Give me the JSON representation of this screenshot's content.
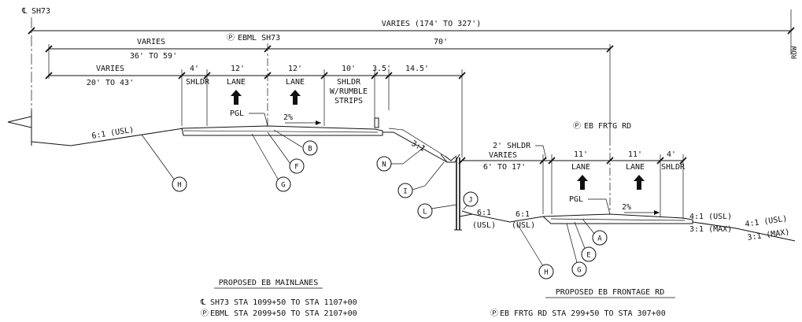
{
  "centerline_label": "SH73",
  "overall_dim": "VARIES (174' TO 327')",
  "row_label": "ROW",
  "mainline": {
    "baseline_label": "EBML SH73",
    "left_varies": "VARIES",
    "left_range": "36' TO 59'",
    "right_dim": "70'",
    "sub_varies": "VARIES",
    "sub_range": "20' TO 43'",
    "shoulder_left_dim": "4'",
    "shoulder_left_label": "SHLDR",
    "lane1_dim": "12'",
    "lane1_label": "LANE",
    "lane2_dim": "12'",
    "lane2_label": "LANE",
    "shoulder_right_dim": "10'",
    "shoulder_right_label_1": "SHLDR",
    "shoulder_right_label_2": "W/RUMBLE",
    "shoulder_right_label_3": "STRIPS",
    "dim_3_5": "3.5'",
    "dim_14_5": "14.5'",
    "pgl": "PGL",
    "cross_slope": "2%",
    "side_slope": "6:1 (USL)",
    "back_slope": "3:1"
  },
  "frontage": {
    "baseline_label": "EB FRTG RD",
    "shoulder_note": "2' SHLDR",
    "varies": "VARIES",
    "varies_range": "6' TO 17'",
    "lane1_dim": "11'",
    "lane1_label": "LANE",
    "lane2_dim": "11'",
    "lane2_label": "LANE",
    "shoulder_dim": "4'",
    "shoulder_label": "SHLDR",
    "pgl": "PGL",
    "cross_slope": "2%",
    "slope_left_1": "6:1",
    "slope_left_1b": "(USL)",
    "slope_left_2": "6:1",
    "slope_left_2b": "(USL)",
    "slope_right_1": "4:1 (USL)",
    "slope_right_2": "3:1 (MAX)",
    "slope_right_3": "4:1 (USL)",
    "slope_right_4": "3:1 (MAX)"
  },
  "callouts": {
    "A": "A",
    "B": "B",
    "E": "E",
    "F": "F",
    "G": "G",
    "G2": "G",
    "H": "H",
    "H2": "H",
    "I": "I",
    "J": "J",
    "L": "L",
    "N": "N"
  },
  "notes": {
    "mainlanes_title": "PROPOSED EB MAINLANES",
    "mainlanes_sta_1": "SH73 STA 1099+50 TO STA 1107+00",
    "mainlanes_sta_2": "EBML STA 2099+50 TO STA 2107+00",
    "frontage_title": "PROPOSED EB FRONTAGE RD",
    "frontage_sta": "EB FRTG RD STA 299+50 TO STA 307+00"
  }
}
